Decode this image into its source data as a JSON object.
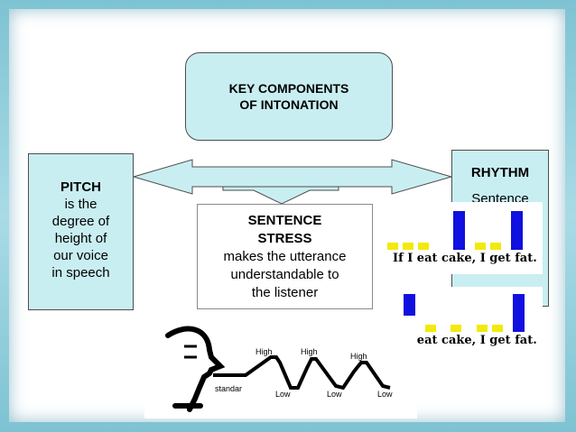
{
  "title": {
    "line1": "KEY COMPONENTS",
    "line2": "OF INTONATION"
  },
  "pitch": {
    "heading": "PITCH",
    "line1": "is the",
    "line2": "degree of",
    "line3": "height of",
    "line4": "our voice",
    "line5": "in speech"
  },
  "stress": {
    "heading1": "SENTENCE",
    "heading2": "STRESS",
    "line1": "makes the utterance",
    "line2": "understandable to",
    "line3": "the listener"
  },
  "rhythm": {
    "heading": "RHYTHM",
    "line1": "Sentence"
  },
  "rhythm_examples": [
    {
      "sentence": "If I eat cake, I get fat."
    },
    {
      "sentence": "If I eat cake, I get fat."
    }
  ],
  "pitch_contour": {
    "high1": "High",
    "high2": "High",
    "high3": "High",
    "low1": "Low",
    "low2": "Low",
    "low3": "Low",
    "standard": "standar"
  },
  "colors": {
    "box_fill": "#c9eef1",
    "arrow_fill": "#c9eef1",
    "bar_blue": "#1010e0",
    "bar_yellow": "#f2ea0a",
    "frame": "#7ec3d3"
  }
}
